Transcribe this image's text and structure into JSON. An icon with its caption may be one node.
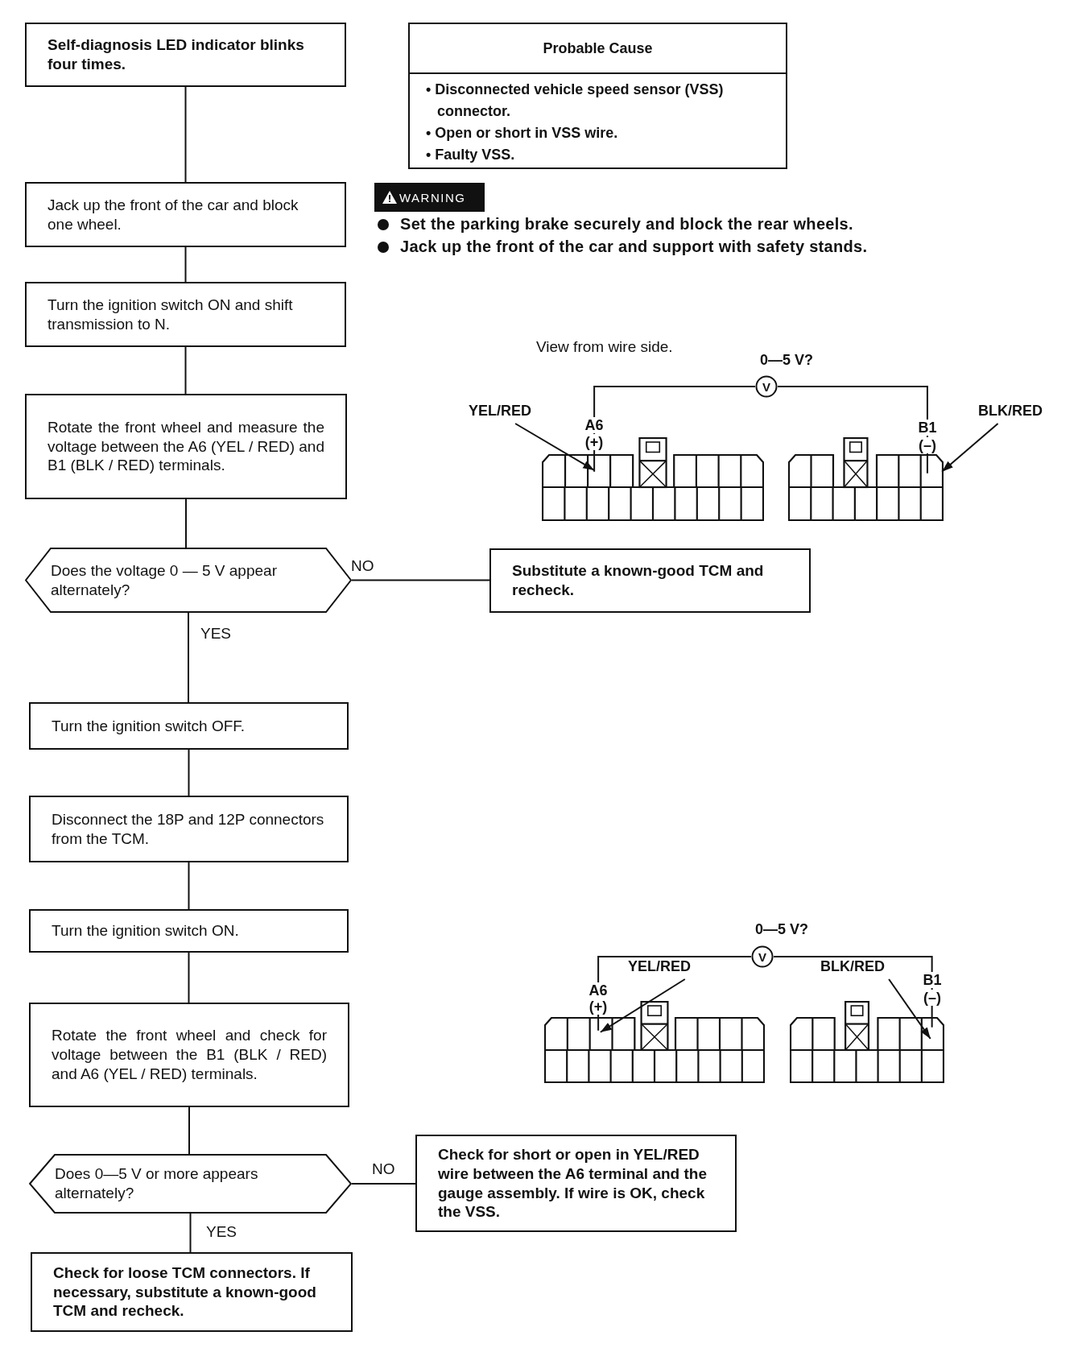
{
  "diagram": {
    "nodes": [
      {
        "text": [
          "Self-diagnosis LED indicator blinks four times."
        ]
      },
      {
        "text": [
          "Probable Cause",
          "• Disconnected vehicle speed sensor (VSS) connector.",
          "• Open or short in VSS wire.",
          "• Faulty VSS."
        ]
      },
      {
        "text": [
          "Jack up the front of the car and block one wheel."
        ]
      },
      {
        "text": [
          "Turn the ignition switch ON and shift transmission to N."
        ]
      },
      {
        "text": [
          "Rotate the front wheel and measure the voltage between the A6 (YEL / RED) and B1 (BLK / RED) terminals."
        ]
      },
      {
        "text": [
          "Does the voltage 0 — 5 V appear alternately?"
        ]
      },
      {
        "text": [
          "Substitute a known-good TCM and recheck."
        ]
      },
      {
        "text": [
          "Turn the ignition switch OFF."
        ]
      },
      {
        "text": [
          "Disconnect the 18P and 12P connectors from the TCM."
        ]
      },
      {
        "text": [
          "Turn the ignition switch ON."
        ]
      },
      {
        "text": [
          "Rotate the front wheel and check for voltage between the B1 (BLK / RED) and A6 (YEL / RED) terminals."
        ]
      },
      {
        "text": [
          "Does 0—5 V or more appears alternately?"
        ]
      },
      {
        "text": [
          "Check for short or open in YEL/RED wire between the A6 terminal and the gauge assembly. If wire is OK, check the VSS."
        ]
      },
      {
        "text": [
          "Check for loose TCM connectors. If necessary, substitute a known-good TCM and recheck."
        ]
      },
      {
        "text": [
          "V"
        ],
        "beside": [
          "0—5 V?"
        ]
      },
      {
        "text": [],
        "shape": "picture"
      },
      {
        "text": [],
        "shape": "picture"
      },
      {
        "text": [
          "YEL/RED"
        ]
      },
      {
        "text": [
          "BLK/RED"
        ]
      },
      {
        "text": [
          "V"
        ],
        "beside": [
          "0—5 V?"
        ]
      },
      {
        "text": [],
        "shape": "picture"
      },
      {
        "text": [],
        "shape": "picture"
      },
      {
        "text": [
          "YEL/RED"
        ]
      },
      {
        "text": [
          "BLK/RED"
        ]
      }
    ],
    "edges": [
      {
        "from": 0,
        "to": 2,
        "arrow": "none"
      },
      {
        "from": 2,
        "to": 3,
        "arrow": "none"
      },
      {
        "from": 3,
        "to": 4,
        "arrow": "none"
      },
      {
        "from": 4,
        "to": 5,
        "arrow": "none"
      },
      {
        "from": 5,
        "to": 6,
        "arrow": "none",
        "label": "NO"
      },
      {
        "from": 5,
        "to": 7,
        "arrow": "none",
        "label": "YES"
      },
      {
        "from": 7,
        "to": 8,
        "arrow": "none"
      },
      {
        "from": 8,
        "to": 9,
        "arrow": "none"
      },
      {
        "from": 9,
        "to": 10,
        "arrow": "none"
      },
      {
        "from": 10,
        "to": 11,
        "arrow": "none"
      },
      {
        "from": 11,
        "to": 12,
        "arrow": "none",
        "label": "NO"
      },
      {
        "from": 11,
        "to": 13,
        "arrow": "none",
        "label": "YES"
      },
      {
        "from": 14,
        "to": 15,
        "arrow": "none"
      },
      {
        "from": 14,
        "to": 16,
        "arrow": "none"
      },
      {
        "from": 17,
        "to": 15,
        "arrow": "to"
      },
      {
        "from": 18,
        "to": 16,
        "arrow": "to"
      },
      {
        "from": 19,
        "to": 20,
        "arrow": "none"
      },
      {
        "from": 19,
        "to": 21,
        "arrow": "none"
      },
      {
        "from": 22,
        "to": 20,
        "arrow": "to"
      },
      {
        "from": 23,
        "to": 21,
        "arrow": "to"
      }
    ],
    "labels": [
      "WARNING",
      "Set the parking brake securely and block the rear wheels.",
      "Jack up the front of the car and support with safety stands.",
      "View from wire side.",
      "A6",
      "(+)",
      "B1",
      "(–)",
      "A6",
      "(+)",
      "B1",
      "(–)"
    ]
  }
}
